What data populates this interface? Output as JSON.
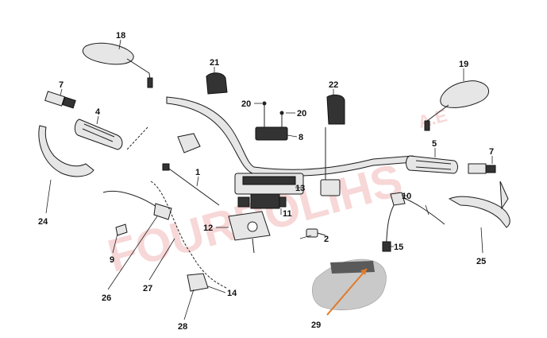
{
  "watermark": {
    "brand": "FOURPOLIHS",
    "suffix": "A.E"
  },
  "colors": {
    "watermark": "#f2b8b8",
    "callout_arrow": "#e07a2a",
    "ink": "#111111"
  },
  "parts": {
    "p1": "1",
    "p2": "2",
    "p4": "4",
    "p5": "5",
    "p7a": "7",
    "p7b": "7",
    "p8": "8",
    "p9": "9",
    "p10": "10",
    "p11": "11",
    "p12": "12",
    "p13": "13",
    "p14": "14",
    "p15": "15",
    "p18": "18",
    "p19": "19",
    "p20a": "20",
    "p20b": "20",
    "p21": "21",
    "p22": "22",
    "p24": "24",
    "p25": "25",
    "p26": "26",
    "p27": "27",
    "p28": "28",
    "p29": "29"
  }
}
